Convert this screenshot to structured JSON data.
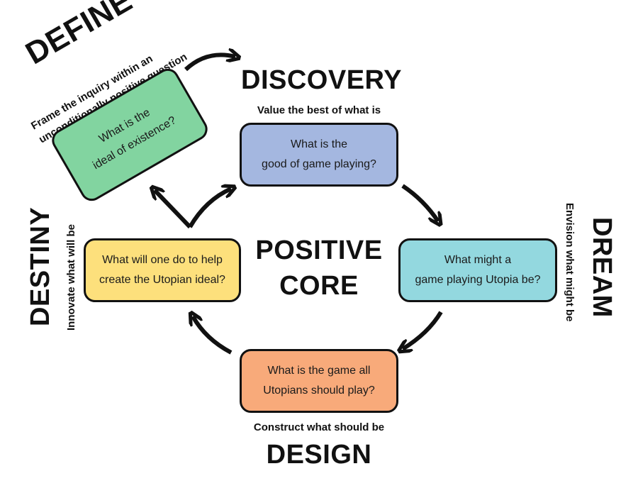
{
  "colors": {
    "define_box": "#82d4a0",
    "discovery_box": "#a4b7e0",
    "dream_box": "#93d8df",
    "design_box": "#f8aa7a",
    "destiny_box": "#fde07c",
    "outline": "#111111"
  },
  "core": {
    "line1": "POSITIVE",
    "line2": "CORE"
  },
  "define": {
    "title": "DEFINE",
    "sub_line1": "Frame the inquiry within an",
    "sub_line2": "unconditionally positive question",
    "box_line1": "What is the",
    "box_line2": "ideal of existence?"
  },
  "discovery": {
    "title": "DISCOVERY",
    "sub": "Value the best of what is",
    "box_line1": "What is the",
    "box_line2": "good of game playing?"
  },
  "dream": {
    "title": "DREAM",
    "sub": "Envision what might be",
    "box_line1": "What might a",
    "box_line2": "game playing Utopia be?"
  },
  "design": {
    "title": "DESIGN",
    "sub": "Construct what should be",
    "box_line1": "What is the game all",
    "box_line2": "Utopians should play?"
  },
  "destiny": {
    "title": "DESTINY",
    "sub": "Innovate what will be",
    "box_line1": "What will one do to help",
    "box_line2": "create the Utopian ideal?"
  }
}
